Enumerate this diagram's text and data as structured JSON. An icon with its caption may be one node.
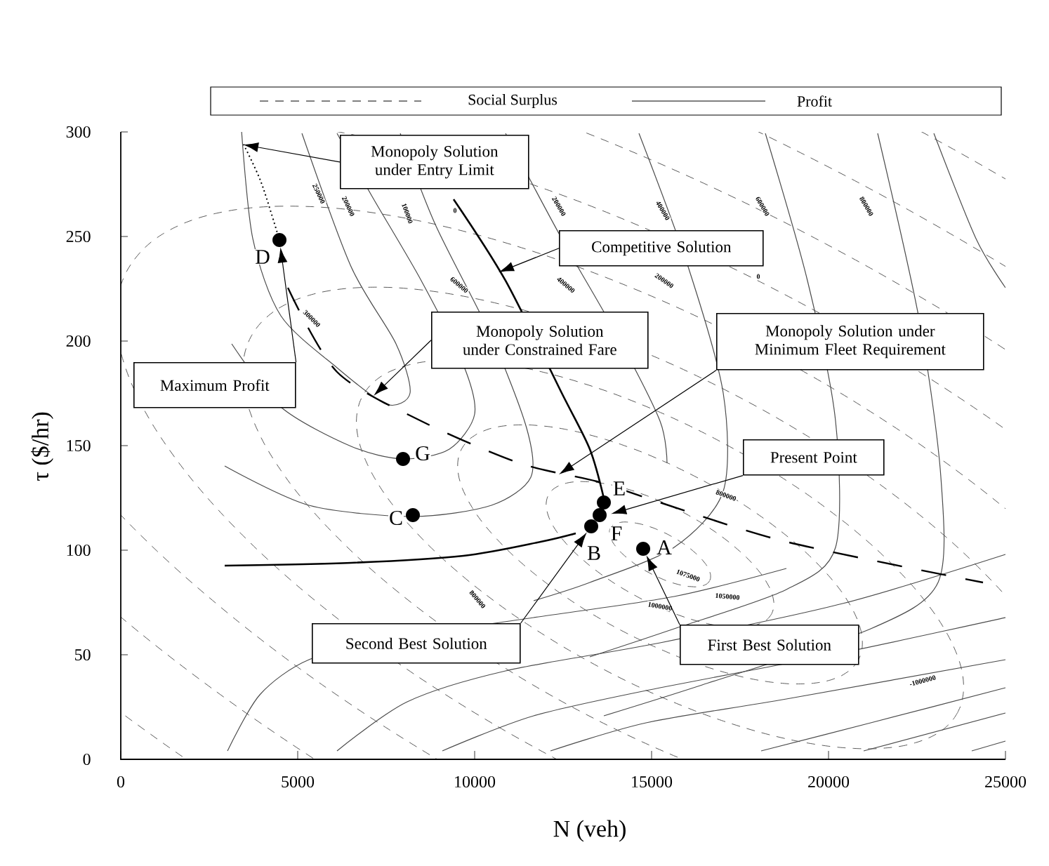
{
  "diagram": {
    "nodes": [
      {
        "text": [
          "Monopoly Solution under Entry Limit"
        ]
      },
      {
        "text": [],
        "shape": "circle",
        "beside": [
          "D"
        ]
      },
      {
        "text": [
          "Competitive Solution"
        ]
      },
      {
        "text": [
          "Monopoly Solution under Constrained Fare"
        ]
      },
      {
        "text": [
          "Monopoly Solution under Minimum Fleet Requirement"
        ]
      },
      {
        "text": [
          "Maximum Profit"
        ]
      },
      {
        "text": [],
        "shape": "circle",
        "beside": [
          "G"
        ]
      },
      {
        "text": [
          "Present Point"
        ]
      },
      {
        "text": [],
        "shape": "circle",
        "beside": [
          "E"
        ]
      },
      {
        "text": [],
        "shape": "circle",
        "beside": [
          "C"
        ]
      },
      {
        "text": [],
        "shape": "circle",
        "beside": [
          "F"
        ]
      },
      {
        "text": [],
        "shape": "circle",
        "beside": [
          "B"
        ]
      },
      {
        "text": [],
        "shape": "circle",
        "beside": [
          "A"
        ]
      },
      {
        "text": [
          "Second Best Solution"
        ]
      },
      {
        "text": [
          "First Best Solution"
        ]
      }
    ],
    "edges": [
      {
        "from": 0,
        "to": null,
        "arrow": "to"
      },
      {
        "from": 2,
        "to": null,
        "arrow": "to"
      },
      {
        "from": 3,
        "to": null,
        "arrow": "to"
      },
      {
        "from": 4,
        "to": null,
        "arrow": "to"
      },
      {
        "from": 7,
        "to": 10,
        "arrow": "to"
      },
      {
        "from": 5,
        "to": 1,
        "arrow": "to"
      },
      {
        "from": 13,
        "to": 11,
        "arrow": "to"
      },
      {
        "from": 14,
        "to": 12,
        "arrow": "to"
      }
    ],
    "labels": [
      "300",
      "250",
      "200",
      "150",
      "100",
      "50",
      "0",
      "τ ($/hr)",
      "250000",
      "200000",
      "100000",
      "0",
      "200000",
      "400000",
      "600000",
      "800000",
      "600000",
      "400000",
      "200000",
      "0",
      "300000",
      "800000",
      "800000",
      "1075000",
      "1050000",
      "1000000",
      "-1000000",
      "0",
      "5000",
      "10000",
      "15000",
      "20000",
      "25000",
      "N (veh)"
    ],
    "legend": [
      {
        "text": "Social Surplus"
      },
      {
        "text": "Profit"
      }
    ]
  }
}
